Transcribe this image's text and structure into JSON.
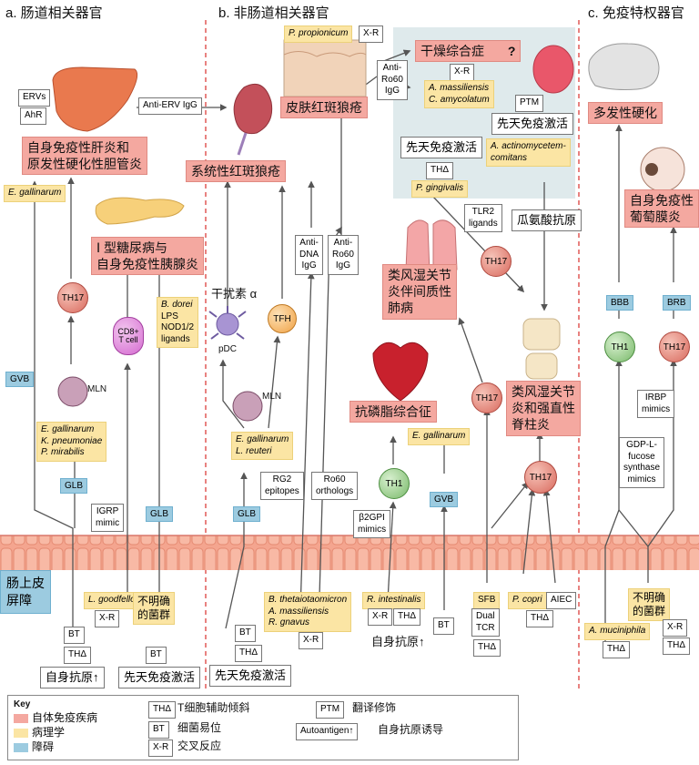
{
  "sections": {
    "a_title": "a. 肠道相关器官",
    "b_title": "b. 非肠道相关器官",
    "c_title": "c. 免疫特权器官"
  },
  "diseases": {
    "autoimmune_hepatitis_psc": [
      "自身免疫性肝炎和",
      "原发性硬化性胆管炎"
    ],
    "t1d_pancreatitis": [
      "Ⅰ 型糖尿病与",
      "自身免疫性胰腺炎"
    ],
    "sle": "系统性红斑狼疮",
    "cutaneous_lupus": "皮肤红斑狼疮",
    "sjogren": "干燥综合症",
    "sjogren_q": "?",
    "ra_ild": [
      "类风湿关节",
      "炎伴间质性",
      "肺病"
    ],
    "aps": "抗磷脂综合征",
    "ra_as": [
      "类风湿关节",
      "炎和强直性",
      "脊柱炎"
    ],
    "ms": "多发性硬化",
    "uveitis": [
      "自身免疫性",
      "葡萄膜炎"
    ]
  },
  "pathobionts": {
    "e_gallinarum_top": "E. gallinarum",
    "mln_a": [
      "E. gallinarum",
      "K. pneumoniae",
      "P. mirabilis"
    ],
    "b_dorei": [
      "B. dorei",
      "LPS",
      "NOD1/2",
      "ligands"
    ],
    "l_goodfellowii": "L. goodfellowii",
    "mln_b": [
      "E. gallinarum",
      "L. reuteri"
    ],
    "p_propionicum": "P. propionicum",
    "sjogren_bugs": [
      "A. massiliensis",
      "C. amycolatum"
    ],
    "a_actino": [
      "A. actinomycetem-",
      "comitans"
    ],
    "p_gingivalis": "P. gingivalis",
    "e_gallinarum_aps": "E. gallinarum",
    "b_theta": [
      "B. thetaiotaomicron",
      "A. massiliensis",
      "R. gnavus"
    ],
    "r_intestinalis": "R. intestinalis",
    "sfb": "SFB",
    "p_copri": "P. copri",
    "aiec": "AIEC",
    "a_muciniphila": "A. muciniphila",
    "unknown_a": [
      "不明确",
      "的菌群"
    ],
    "unknown_c": [
      "不明确",
      "的菌群"
    ]
  },
  "barriers": {
    "gvb": "GVB",
    "glb_a1": "GLB",
    "glb_a2": "GLB",
    "glb_b": "GLB",
    "gvb_b": "GVB",
    "bbb": "BBB",
    "brb": "BRB",
    "epithelium": [
      "肠上皮",
      "屏障"
    ]
  },
  "boxes": {
    "ervs": "ERVs",
    "ahr": "AhR",
    "anti_erv": "Anti-ERV IgG",
    "xr_pprop": "X-R",
    "anti_ro60_top": [
      "Anti-",
      "Ro60",
      "IgG"
    ],
    "xr_sjo": "X-R",
    "ptm": "PTM",
    "innate_1": "先天免疫激活",
    "innate_2": "先天免疫激活",
    "thd_pg": "THΔ",
    "tlr2": [
      "TLR2",
      "ligands"
    ],
    "citrul": "瓜氨酸抗原",
    "anti_dna": [
      "Anti-",
      "DNA",
      "IgG"
    ],
    "anti_ro60_b": [
      "Anti-",
      "Ro60",
      "IgG"
    ],
    "rg2": [
      "RG2",
      "epitopes"
    ],
    "ro60": [
      "Ro60",
      "orthologs"
    ],
    "b2gpi": [
      "β2GPI",
      "mimics"
    ],
    "igrp": [
      "IGRP",
      "mimic"
    ],
    "irbp": [
      "IRBP",
      "mimics"
    ],
    "gdp": [
      "GDP-L-",
      "fucose",
      "synthase",
      "mimics"
    ],
    "xr_a": "X-R",
    "bt_a1": "BT",
    "thd_a1": "THΔ",
    "bt_a2": "BT",
    "autoag_a": "自身抗原↑",
    "innate_a": "先天免疫激活",
    "bt_b": "BT",
    "thd_b": "THΔ",
    "innate_b": "先天免疫激活",
    "xr_b": "X-R",
    "xr_b2": "X-R",
    "thd_b2": "THΔ",
    "bt_b2": "BT",
    "autoag_b": "自身抗原↑",
    "dual_tcr": [
      "Dual",
      "TCR"
    ],
    "thd_b3": "THΔ",
    "thd_b4": "THΔ",
    "thd_c1": "THΔ",
    "xr_c": "X-R",
    "thd_c2": "THΔ"
  },
  "cells": {
    "th17": "TH17",
    "th1": "TH1",
    "tfh": "TFH",
    "cd8": [
      "CD8+",
      "T cell"
    ],
    "pdc": "pDC",
    "ifn": "干扰素 α",
    "mln": "MLN"
  },
  "key": {
    "title": "Key",
    "autoimmune": "自体免疫疾病",
    "pathology": "病理学",
    "barrier": "障碍",
    "thd_label": "THΔ",
    "thd_desc": "T细胞辅助倾斜",
    "bt_label": "BT",
    "bt_desc": "细菌易位",
    "xr_label": "X-R",
    "xr_desc": "交叉反应",
    "ptm_label": "PTM",
    "ptm_desc": "翻译修饰",
    "autoag_label": "Autoantigen↑",
    "autoag_desc": "自身抗原诱导"
  },
  "colors": {
    "disease": "#f4a8a0",
    "pathology": "#fbe5a4",
    "barrier": "#9ccbe0",
    "divider": "#d9302c"
  }
}
